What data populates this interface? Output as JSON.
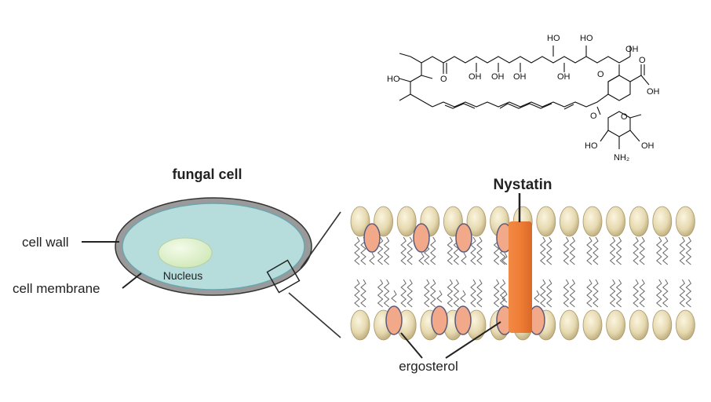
{
  "title": "fungal cell",
  "labels": {
    "cell_wall": "cell wall",
    "cell_membrane": "cell membrane",
    "nucleus": "Nucleus",
    "drug": "Nystatin",
    "sterol": "ergosterol"
  },
  "structure_labels": {
    "ho_top1": "HO",
    "ho_top2": "HO",
    "oh_top": "OH",
    "ho_left": "HO",
    "oh_1": "OH",
    "oh_2": "OH",
    "oh_3": "OH",
    "oh_4": "OH",
    "o_ring": "O",
    "o_acid": "O",
    "oh_acid": "OH",
    "o_ester": "O",
    "o_glyco": "O",
    "o_sugar": "O",
    "ho_sugar": "HO",
    "oh_sugar": "OH",
    "nh2": "NH₂"
  },
  "colors": {
    "cytoplasm": "#b7dcdc",
    "cell_wall": "#9a9a9a",
    "nucleus": "#cfe8b8",
    "lipid_head": "#e6d9b0",
    "ergosterol": "#f2a98a",
    "nystatin": "#ef7d35"
  }
}
